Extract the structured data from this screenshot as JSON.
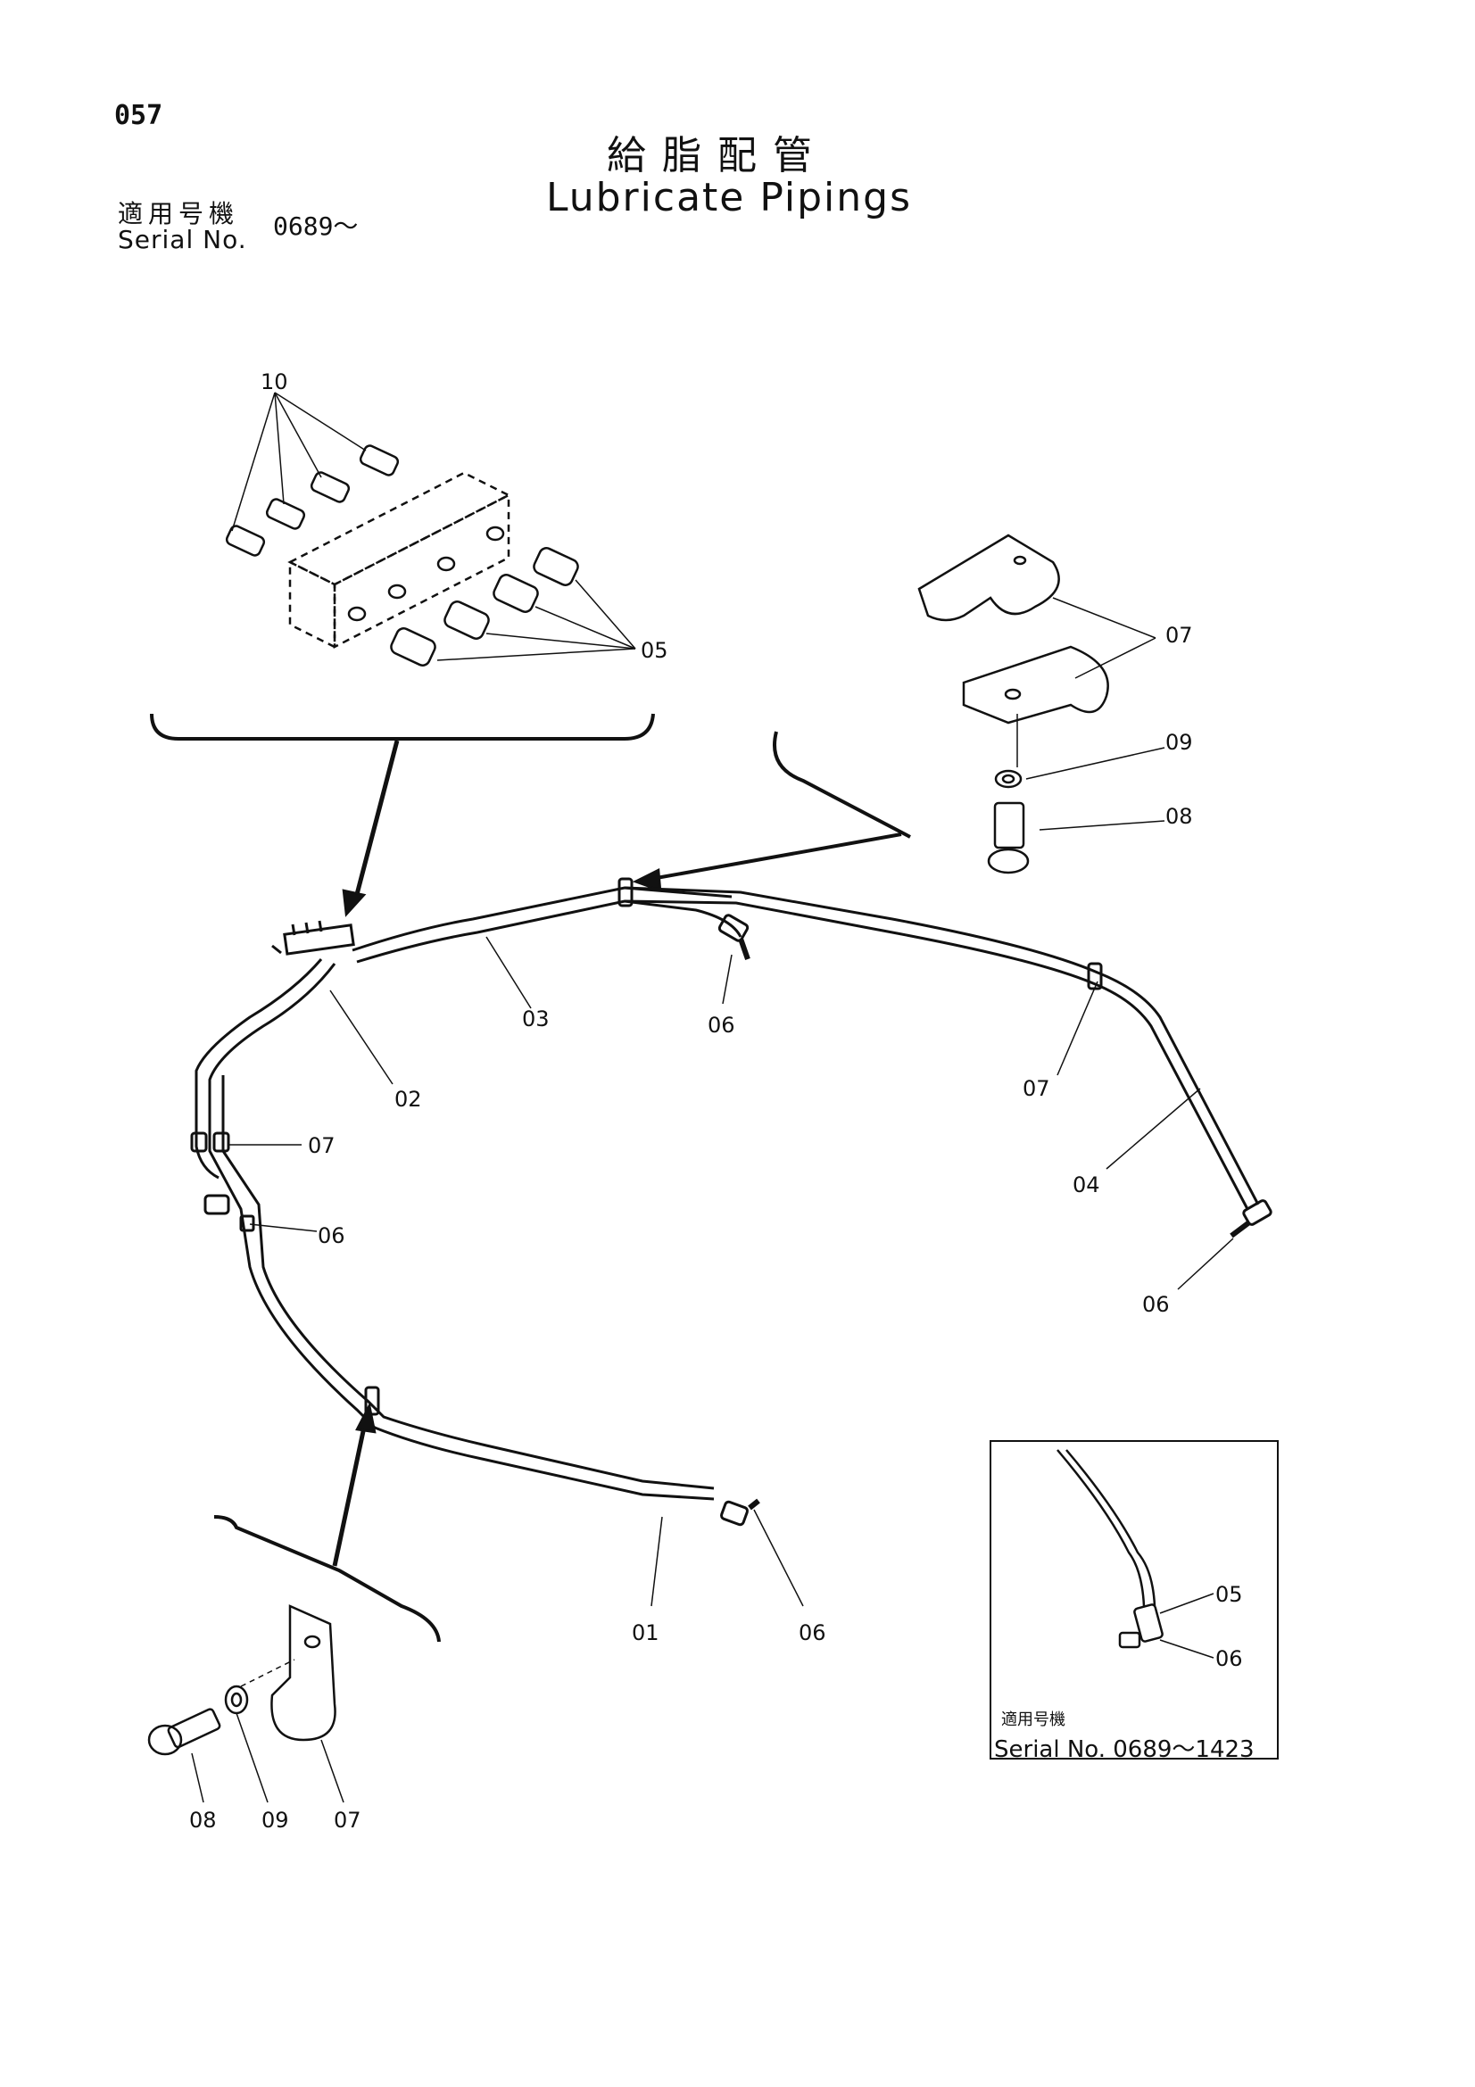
{
  "header": {
    "page_number": "057",
    "title_jp": "給脂配管",
    "title_en": "Lubricate Pipings",
    "serial_label_jp": "適用号機",
    "serial_label_en": "Serial No.",
    "serial_value": "0689～"
  },
  "callouts": {
    "c10": "10",
    "c05_top": "05",
    "c07_clip_top": "07",
    "c09_top": "09",
    "c08_top": "08",
    "c03": "03",
    "c06_mid": "06",
    "c02": "02",
    "c07_right": "07",
    "c07_left": "07",
    "c06_left": "06",
    "c04": "04",
    "c06_right": "06",
    "c01": "01",
    "c06_bottom": "06",
    "c08_bottom": "08",
    "c09_bottom": "09",
    "c07_bottom": "07",
    "c05_inset": "05",
    "c06_inset": "06"
  },
  "inset": {
    "serial_label_jp": "適用号機",
    "serial_label_en": "Serial No. 0689～1423"
  }
}
